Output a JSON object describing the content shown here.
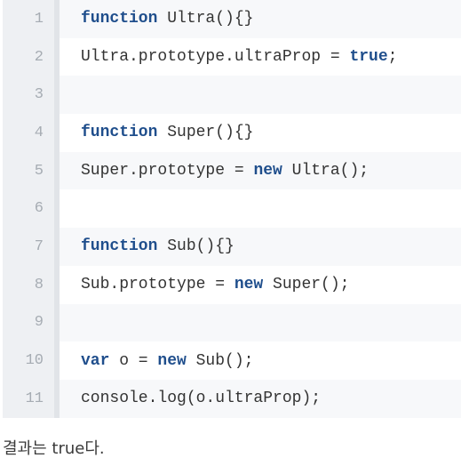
{
  "code": {
    "lines": [
      {
        "num": "1",
        "parts": [
          {
            "t": "function",
            "k": true
          },
          {
            "t": " Ultra(){}",
            "k": false
          }
        ]
      },
      {
        "num": "2",
        "parts": [
          {
            "t": "Ultra.prototype.ultraProp = ",
            "k": false
          },
          {
            "t": "true",
            "k": true
          },
          {
            "t": ";",
            "k": false
          }
        ]
      },
      {
        "num": "3",
        "parts": []
      },
      {
        "num": "4",
        "parts": [
          {
            "t": "function",
            "k": true
          },
          {
            "t": " Super(){}",
            "k": false
          }
        ]
      },
      {
        "num": "5",
        "parts": [
          {
            "t": "Super.prototype = ",
            "k": false
          },
          {
            "t": "new",
            "k": true
          },
          {
            "t": " Ultra();",
            "k": false
          }
        ]
      },
      {
        "num": "6",
        "parts": []
      },
      {
        "num": "7",
        "parts": [
          {
            "t": "function",
            "k": true
          },
          {
            "t": " Sub(){}",
            "k": false
          }
        ]
      },
      {
        "num": "8",
        "parts": [
          {
            "t": "Sub.prototype = ",
            "k": false
          },
          {
            "t": "new",
            "k": true
          },
          {
            "t": " Super();",
            "k": false
          }
        ]
      },
      {
        "num": "9",
        "parts": []
      },
      {
        "num": "10",
        "parts": [
          {
            "t": "var",
            "k": true
          },
          {
            "t": " o = ",
            "k": false
          },
          {
            "t": "new",
            "k": true
          },
          {
            "t": " Sub();",
            "k": false
          }
        ]
      },
      {
        "num": "11",
        "parts": [
          {
            "t": "console.log(o.ultraProp);",
            "k": false
          }
        ]
      }
    ]
  },
  "result_text": "결과는 true다."
}
